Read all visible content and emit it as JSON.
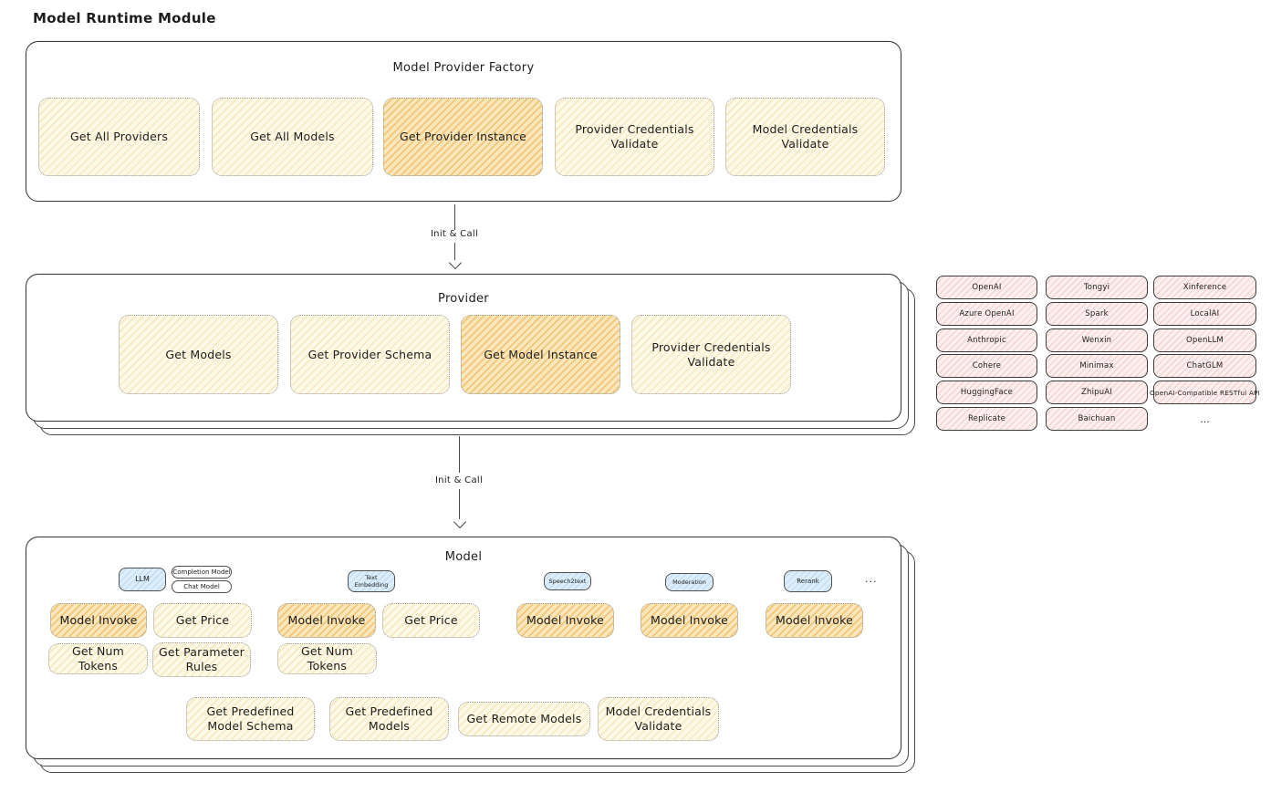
{
  "page": {
    "title": "Model Runtime Module"
  },
  "arrows": [
    {
      "label": "Init & Call"
    },
    {
      "label": "Init & Call"
    }
  ],
  "factory": {
    "title": "Model Provider Factory",
    "boxes": [
      {
        "label": "Get All Providers",
        "highlight": false
      },
      {
        "label": "Get All Models",
        "highlight": false
      },
      {
        "label": "Get Provider Instance",
        "highlight": true
      },
      {
        "label": "Provider Credentials Validate",
        "highlight": false
      },
      {
        "label": "Model Credentials Validate",
        "highlight": false
      }
    ]
  },
  "provider": {
    "title": "Provider",
    "boxes": [
      {
        "label": "Get Models",
        "highlight": false
      },
      {
        "label": "Get Provider Schema",
        "highlight": false
      },
      {
        "label": "Get Model Instance",
        "highlight": true
      },
      {
        "label": "Provider Credentials Validate",
        "highlight": false
      }
    ]
  },
  "providers_grid": {
    "items": [
      "OpenAI",
      "Tongyi",
      "Xinference",
      "Azure OpenAI",
      "Spark",
      "LocalAI",
      "Anthropic",
      "Wenxin",
      "OpenLLM",
      "Cohere",
      "Minimax",
      "ChatGLM",
      "HuggingFace",
      "ZhipuAI",
      "OpenAI-Compatible RESTful API",
      "Replicate",
      "Baichuan"
    ],
    "more": "..."
  },
  "model": {
    "title": "Model",
    "columns": [
      {
        "tag": "LLM",
        "subtags": [
          "Completion Model",
          "Chat Model"
        ],
        "ops": [
          "Model Invoke",
          "Get Price",
          "Get Num Tokens",
          "Get Parameter Rules"
        ]
      },
      {
        "tag": "Text Embedding",
        "ops": [
          "Model Invoke",
          "Get Price",
          "Get Num Tokens"
        ]
      },
      {
        "tag": "Speech2text",
        "ops": [
          "Model Invoke"
        ]
      },
      {
        "tag": "Moderation",
        "ops": [
          "Model Invoke"
        ]
      },
      {
        "tag": "Rerank",
        "ops": [
          "Model Invoke"
        ]
      }
    ],
    "more": "...",
    "shared_ops": [
      "Get Predefined Model Schema",
      "Get Predefined Models",
      "Get Remote Models",
      "Model Credentials Validate"
    ]
  },
  "colors": {
    "cream_fill": "#fdf9e6",
    "orange_highlight_fill": "#f9e6ba",
    "pink_fill": "#fcefee",
    "blue_tag_fill": "#ddeefa",
    "outline": "#3c3c3c"
  }
}
